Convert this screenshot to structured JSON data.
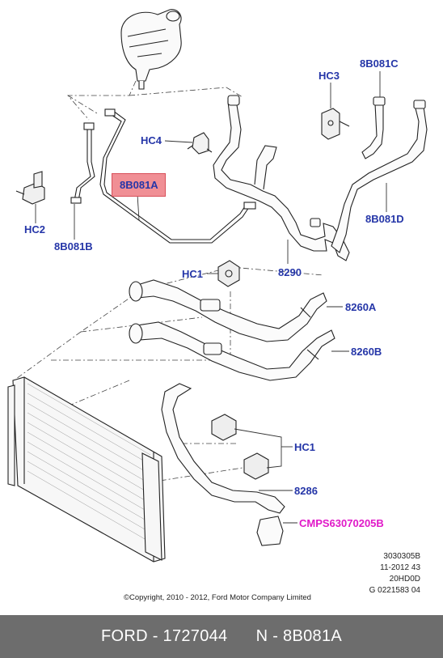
{
  "callouts": {
    "hc3": "HC3",
    "p8b081c": "8B081C",
    "hc4": "HC4",
    "p8b081a": "8B081A",
    "hc2": "HC2",
    "p8b081b": "8B081B",
    "p8b081d": "8B081D",
    "p8290": "8290",
    "hc1_top": "HC1",
    "p8260a": "8260A",
    "p8260b": "8260B",
    "hc1_mid": "HC1",
    "p8286": "8286",
    "cmps": "CMPS63070205B"
  },
  "highlight_color": "#f08f95",
  "callout_color": "#2536a8",
  "special_color": "#e019c8",
  "reference": {
    "line1": "3030305B",
    "line2": "11-2012 43",
    "line3": "20HD0D",
    "line4": "G 0221583 04"
  },
  "copyright": "©Copyright, 2010 - 2012, Ford Motor Company Limited",
  "footer": {
    "brand_part": "FORD - 1727044",
    "ref_part": "N - 8B081A",
    "background": "#6d6d6d"
  }
}
